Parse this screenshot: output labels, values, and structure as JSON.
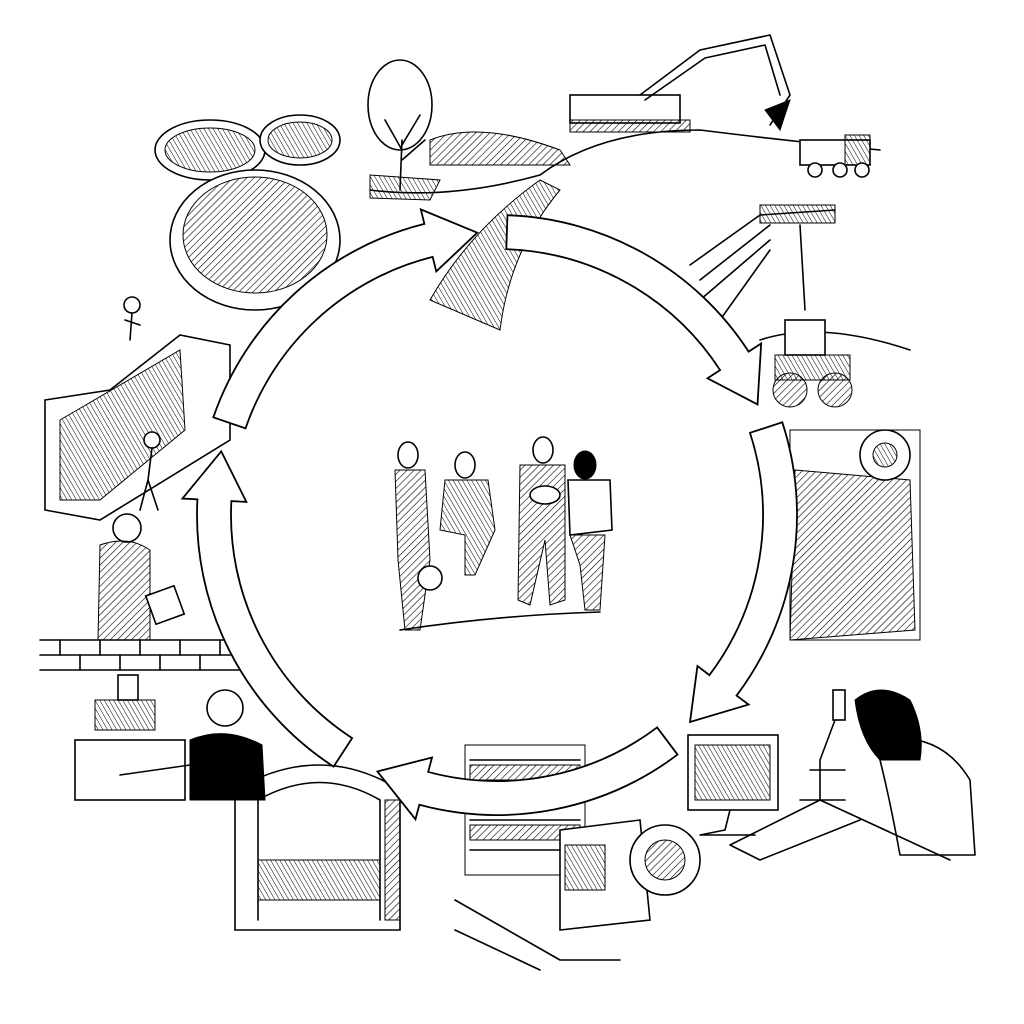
{
  "colors": {
    "ink": "#000000",
    "paper": "#ffffff"
  },
  "cycle": {
    "arrows": [
      {
        "from_deg": 199,
        "to_deg": 266
      },
      {
        "from_deg": 272,
        "to_deg": 337
      },
      {
        "from_deg": 342,
        "to_deg": 407
      },
      {
        "from_deg": 53,
        "to_deg": 115
      },
      {
        "from_deg": 123,
        "to_deg": 193
      }
    ]
  }
}
